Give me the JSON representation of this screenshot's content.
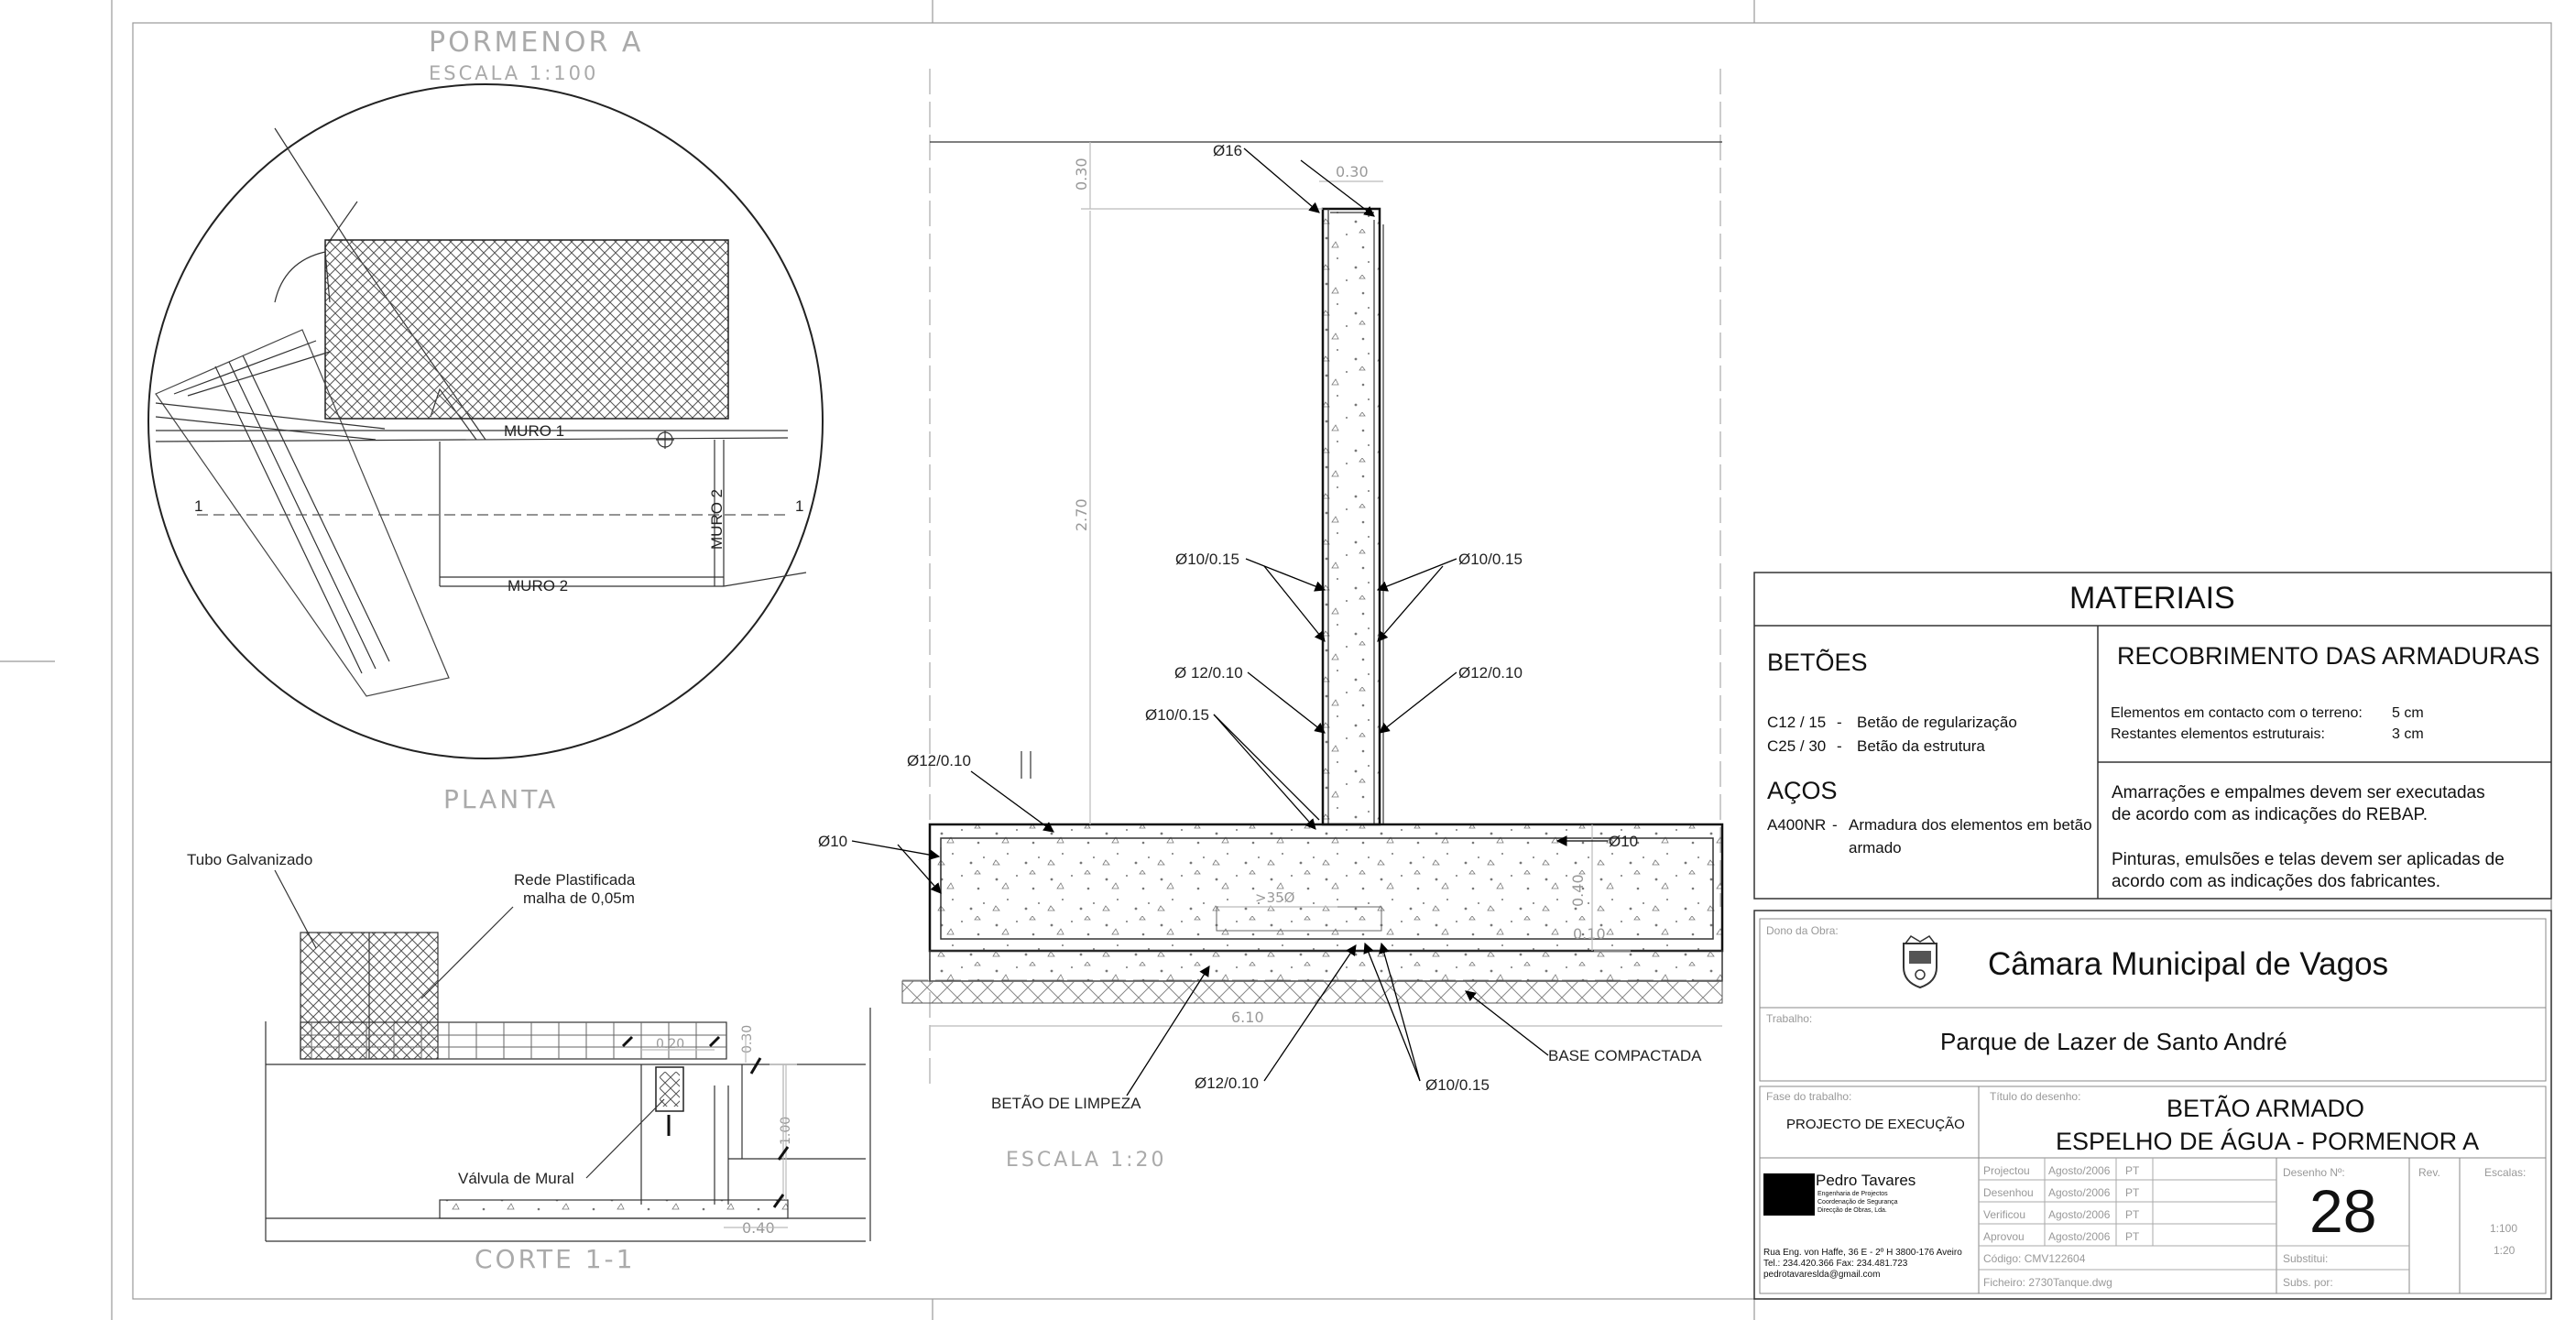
{
  "detail_plan": {
    "title": "PORMENOR A",
    "scale": "ESCALA 1:100",
    "caption": "PLANTA",
    "muro1": "MURO 1",
    "muro2": "MURO 2",
    "muro2_vertical": "MURO 2",
    "section_mark": "1"
  },
  "section_small": {
    "tubo": "Tubo Galvanizado",
    "rede_line1": "Rede Plastificada",
    "rede_line2": "malha de 0,05m",
    "valvula": "Válvula de Mural",
    "caption": "CORTE 1-1",
    "dim_020": "0.20",
    "dim_030": "0.30",
    "dim_100": "1.00",
    "dim_040": "0.40"
  },
  "wall_section": {
    "top_bar": "Ø16",
    "dim_top_width": "0.30",
    "dim_top_height": "0.30",
    "dim_height": "2.70",
    "stem_left": "Ø10/0.15",
    "stem_right": "Ø10/0.15",
    "mid_left": "Ø 12/0.10",
    "mid_right": "Ø12/0.10",
    "lower_left": "Ø10/0.15",
    "footing_left_top": "Ø12/0.10",
    "footing_left_end": "Ø10",
    "footing_right_end": "Ø10",
    "footing_depth": "0.40",
    "lean_depth": "0.10",
    "anchorage": ">35Ø",
    "footing_width": "6.10",
    "betao_limpeza": "BETÃO DE LIMPEZA",
    "bottom_bar": "Ø12/0.10",
    "bottom_stirrup": "Ø10/0.15",
    "base": "BASE COMPACTADA",
    "scale": "ESCALA 1:20"
  },
  "materiais": {
    "title": "MATERIAIS",
    "betoes_heading": "BETÕES",
    "betoes": [
      {
        "code": "C12 / 15",
        "dash": "-",
        "desc": "Betão de regularização"
      },
      {
        "code": "C25 / 30",
        "dash": "-",
        "desc": "Betão da estrutura"
      }
    ],
    "acos_heading": "AÇOS",
    "acos_code": "A400NR",
    "acos_dash": "-",
    "acos_desc_line1": "Armadura dos elementos em betão",
    "acos_desc_line2": "armado",
    "recobrimento_heading": "RECOBRIMENTO DAS ARMADURAS",
    "recobrimento": [
      {
        "label": "Elementos em contacto com o terreno:",
        "value": "5 cm"
      },
      {
        "label": "Restantes elementos estruturais:",
        "value": "3 cm"
      }
    ],
    "note1_line1": "Amarrações e empalmes devem ser executadas",
    "note1_line2": "de acordo com as indicações do REBAP.",
    "note2_line1": "Pinturas, emulsões e telas devem ser aplicadas de",
    "note2_line2": "acordo com as indicações dos fabricantes."
  },
  "title_block": {
    "dono_label": "Dono da Obra:",
    "dono": "Câmara Municipal de Vagos",
    "trabalho_label": "Trabalho:",
    "trabalho": "Parque de Lazer de Santo André",
    "fase_label": "Fase do trabalho:",
    "fase": "PROJECTO DE EXECUÇÃO",
    "titulo_label": "Título do desenho:",
    "titulo_line1": "BETÃO ARMADO",
    "titulo_line2": "ESPELHO DE ÁGUA - PORMENOR A",
    "author": "Pedro Tavares",
    "author_sub1": "Engenharia de Projectos",
    "author_sub2": "Coordenação de Segurança",
    "author_sub3": "Direcção de Obras, Lda.",
    "address": "Rua Eng. von Haffe, 36 E - 2º H 3800-176 Aveiro",
    "phone": "Tel.: 234.420.366   Fax: 234.481.723",
    "email": "pedrotavareslda@gmail.com",
    "roles": [
      {
        "role": "Projectou",
        "date": "Agosto/2006",
        "initials": "PT"
      },
      {
        "role": "Desenhou",
        "date": "Agosto/2006",
        "initials": "PT"
      },
      {
        "role": "Verificou",
        "date": "Agosto/2006",
        "initials": "PT"
      },
      {
        "role": "Aprovou",
        "date": "Agosto/2006",
        "initials": "PT"
      }
    ],
    "desenho_label": "Desenho Nº:",
    "desenho_no": "28",
    "rev_label": "Rev.",
    "escalas_label": "Escalas:",
    "escala1": "1:100",
    "escala2": "1:20",
    "codigo": "Código:  CMV122604",
    "ficheiro": "Ficheiro: 2730Tanque.dwg",
    "substitui": "Substitui:",
    "subs_por": "Subs. por:"
  }
}
